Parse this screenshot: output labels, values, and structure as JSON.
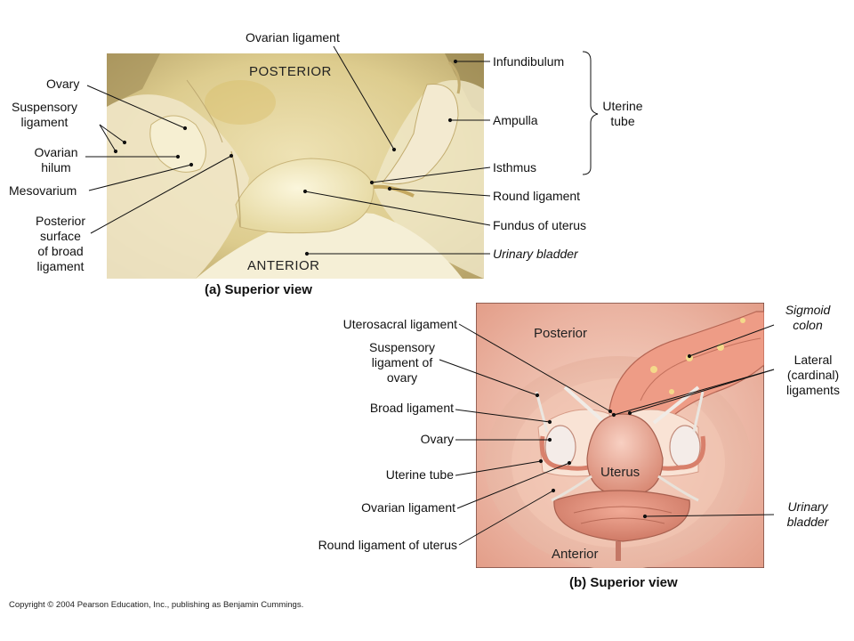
{
  "panel_a": {
    "caption": "(a) Superior view",
    "inner": {
      "posterior": "POSTERIOR",
      "anterior": "ANTERIOR"
    },
    "labels": {
      "ovarian_ligament": "Ovarian ligament",
      "ovary": "Ovary",
      "suspensory_1": "Suspensory",
      "suspensory_2": "ligament",
      "ovarian_hilum_1": "Ovarian",
      "ovarian_hilum_2": "hilum",
      "mesovarium": "Mesovarium",
      "posterior_surface_1": "Posterior",
      "posterior_surface_2": "surface",
      "posterior_surface_3": "of broad",
      "posterior_surface_4": "ligament",
      "infundibulum": "Infundibulum",
      "ampulla": "Ampulla",
      "isthmus": "Isthmus",
      "uterine_tube_1": "Uterine",
      "uterine_tube_2": "tube",
      "round_ligament": "Round ligament",
      "fundus": "Fundus of uterus",
      "urinary_bladder": "Urinary bladder"
    }
  },
  "panel_b": {
    "caption": "(b) Superior view",
    "inner": {
      "posterior": "Posterior",
      "anterior": "Anterior",
      "uterus": "Uterus"
    },
    "labels": {
      "uterosacral": "Uterosacral ligament",
      "suspensory_1": "Suspensory",
      "suspensory_2": "ligament of",
      "suspensory_3": "ovary",
      "broad": "Broad ligament",
      "ovary": "Ovary",
      "uterine_tube": "Uterine tube",
      "ovarian_ligament": "Ovarian ligament",
      "round_ligament": "Round ligament of uterus",
      "sigmoid_1": "Sigmoid",
      "sigmoid_2": "colon",
      "lateral_1": "Lateral",
      "lateral_2": "(cardinal)",
      "lateral_3": "ligaments",
      "urinary_1": "Urinary",
      "urinary_2": "bladder"
    }
  },
  "copyright": "Copyright © 2004 Pearson Education, Inc., publishing as Benjamin Cummings."
}
